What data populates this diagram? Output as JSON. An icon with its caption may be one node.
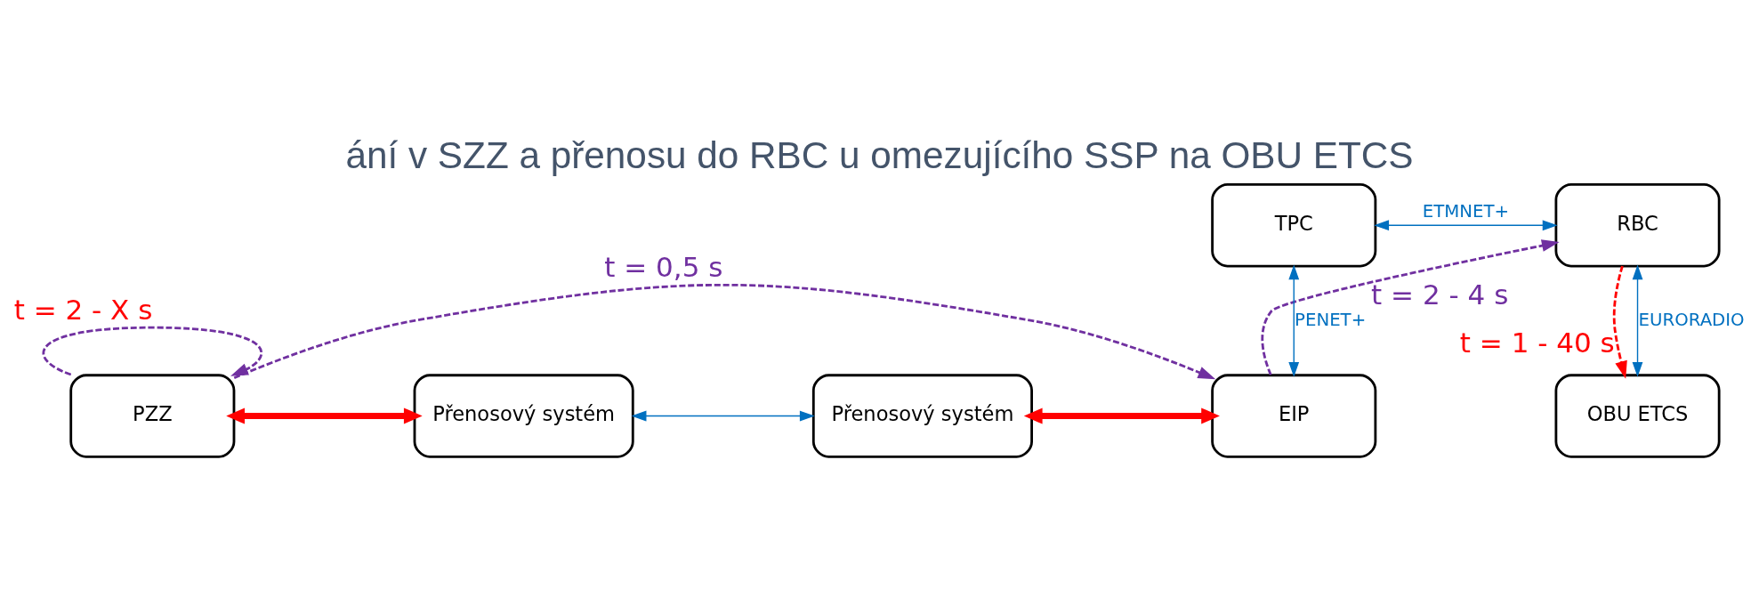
{
  "diagram": {
    "title": "ání v SZZ a přenosu do RBC u omezujícího SSP na OBU ETCS",
    "nodes": [
      {
        "text": [
          "PZZ"
        ]
      },
      {
        "text": [
          "Přenosový systém"
        ]
      },
      {
        "text": [
          "Přenosový systém"
        ]
      },
      {
        "text": [
          "TPC"
        ]
      },
      {
        "text": [
          "RBC"
        ]
      },
      {
        "text": [
          "EIP"
        ]
      },
      {
        "text": [
          "OBU ETCS"
        ]
      }
    ],
    "edges": [
      {
        "from": 0,
        "to": 0,
        "arrow": "to",
        "label": "t = 2 - X s",
        "style": "dashed",
        "color": "#7030a0"
      },
      {
        "from": 0,
        "to": 1,
        "arrow": "both",
        "style": "thick",
        "color": "#ff0000"
      },
      {
        "from": 1,
        "to": 2,
        "arrow": "both"
      },
      {
        "from": 2,
        "to": 5,
        "arrow": "both",
        "style": "thick",
        "color": "#ff0000"
      },
      {
        "from": 0,
        "to": 5,
        "arrow": "to",
        "label": "t = 0,5 s",
        "style": "dashed",
        "color": "#7030a0"
      },
      {
        "from": 5,
        "to": 4,
        "arrow": "to",
        "label": "t = 2 - 4 s",
        "style": "dashed",
        "color": "#7030a0"
      },
      {
        "from": 3,
        "to": 4,
        "arrow": "both",
        "label": "ETMNET+"
      },
      {
        "from": 3,
        "to": 5,
        "arrow": "both",
        "label": "PENET+"
      },
      {
        "from": 4,
        "to": 6,
        "arrow": "both",
        "label": "EURORADIO"
      },
      {
        "from": 4,
        "to": 6,
        "arrow": "to",
        "label": "t = 1 - 40 s",
        "style": "dashed",
        "color": "#ff0000"
      }
    ]
  }
}
